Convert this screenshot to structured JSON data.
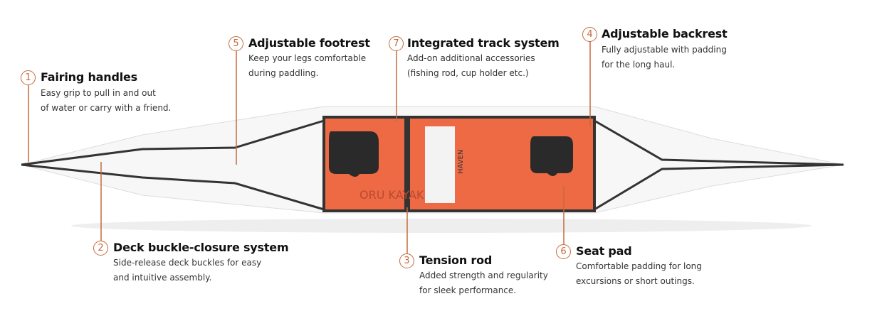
{
  "accent_color": "#c56a3c",
  "callouts": [
    {
      "number": "1",
      "title": "Fairing handles",
      "desc": [
        "Easy grip to pull in and out",
        "of water or carry with a friend."
      ]
    },
    {
      "number": "2",
      "title": "Deck buckle-closure system",
      "desc": [
        "Side-release deck buckles for easy",
        "and intuitive assembly."
      ]
    },
    {
      "number": "3",
      "title": "Tension rod",
      "desc": [
        "Added strength and regularity",
        "for sleek performance."
      ]
    },
    {
      "number": "4",
      "title": "Adjustable backrest",
      "desc": [
        "Fully adjustable with padding",
        "for the long haul."
      ]
    },
    {
      "number": "5",
      "title": "Adjustable footrest",
      "desc": [
        "Keep your legs comfortable",
        "during paddling."
      ]
    },
    {
      "number": "6",
      "title": "Seat pad",
      "desc": [
        "Comfortable padding for long",
        "excursions or short outings."
      ]
    },
    {
      "number": "7",
      "title": "Integrated track system",
      "desc": [
        "Add-on additional accessories",
        "(fishing rod, cup holder etc.)"
      ]
    }
  ],
  "kayak_labels": {
    "brand": "ORU KAYAK",
    "model": "HAVEN"
  }
}
